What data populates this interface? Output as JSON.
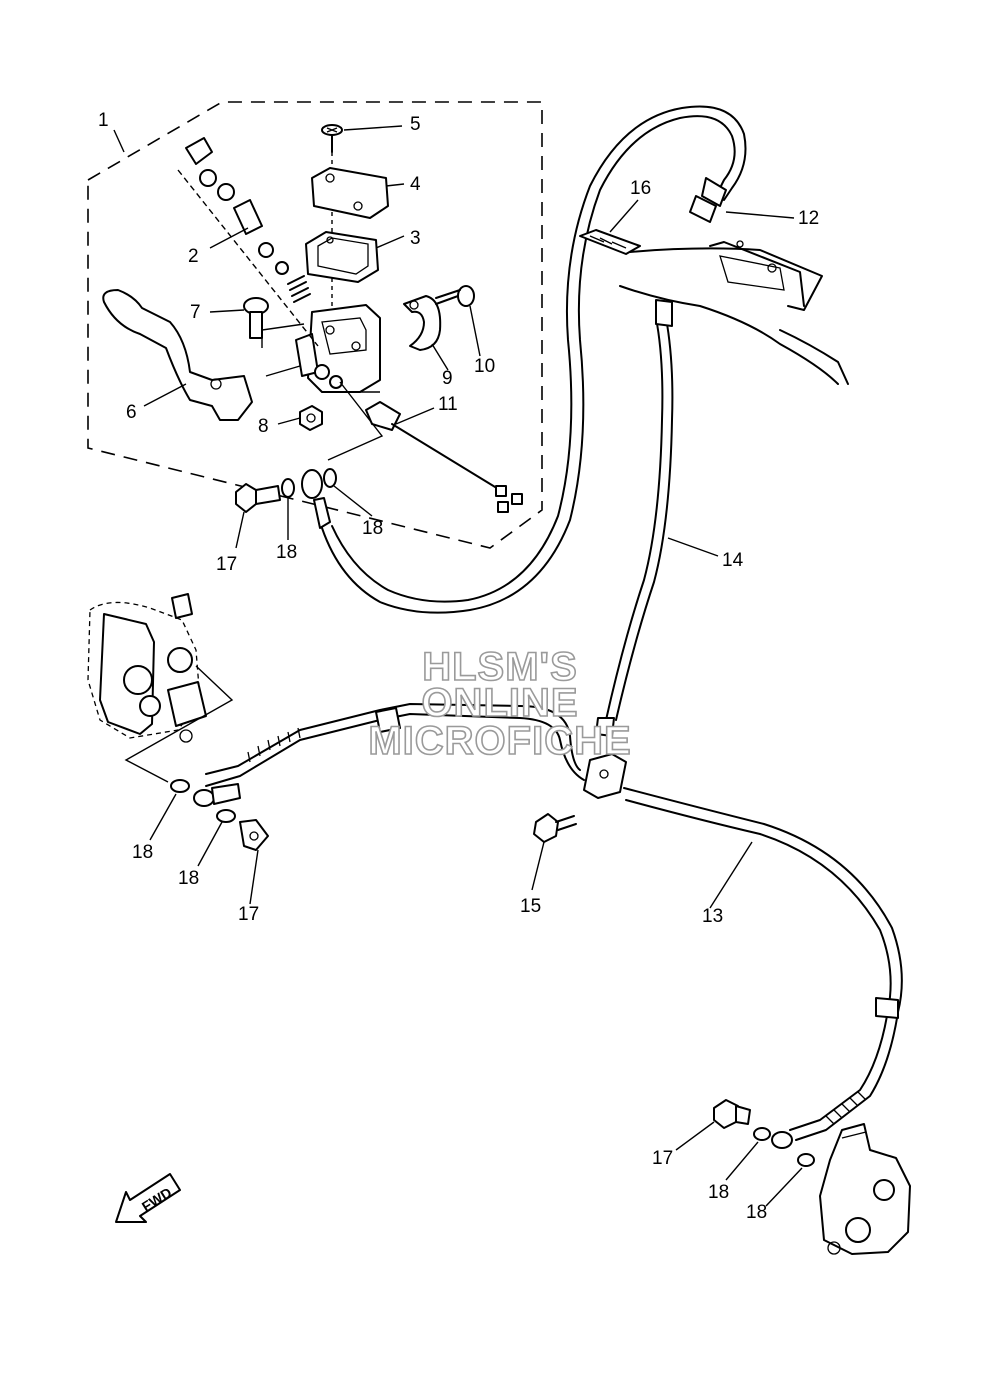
{
  "callouts": {
    "c1": "1",
    "c2": "2",
    "c3": "3",
    "c4": "4",
    "c5": "5",
    "c6": "6",
    "c7": "7",
    "c8": "8",
    "c9": "9",
    "c10": "10",
    "c11": "11",
    "c12": "12",
    "c13": "13",
    "c14": "14",
    "c15": "15",
    "c16": "16",
    "c17a": "17",
    "c17b": "17",
    "c17c": "17",
    "c18a": "18",
    "c18b": "18",
    "c18c": "18",
    "c18d": "18",
    "c18e": "18",
    "c18f": "18"
  },
  "watermark": {
    "line1": "HLSM'S",
    "line2": "ONLINE",
    "line3": "MICROFICHE"
  },
  "fwd_label": "FWD",
  "colors": {
    "line": "#000000",
    "watermark_outline": "#9a9a9a",
    "background": "#ffffff"
  }
}
